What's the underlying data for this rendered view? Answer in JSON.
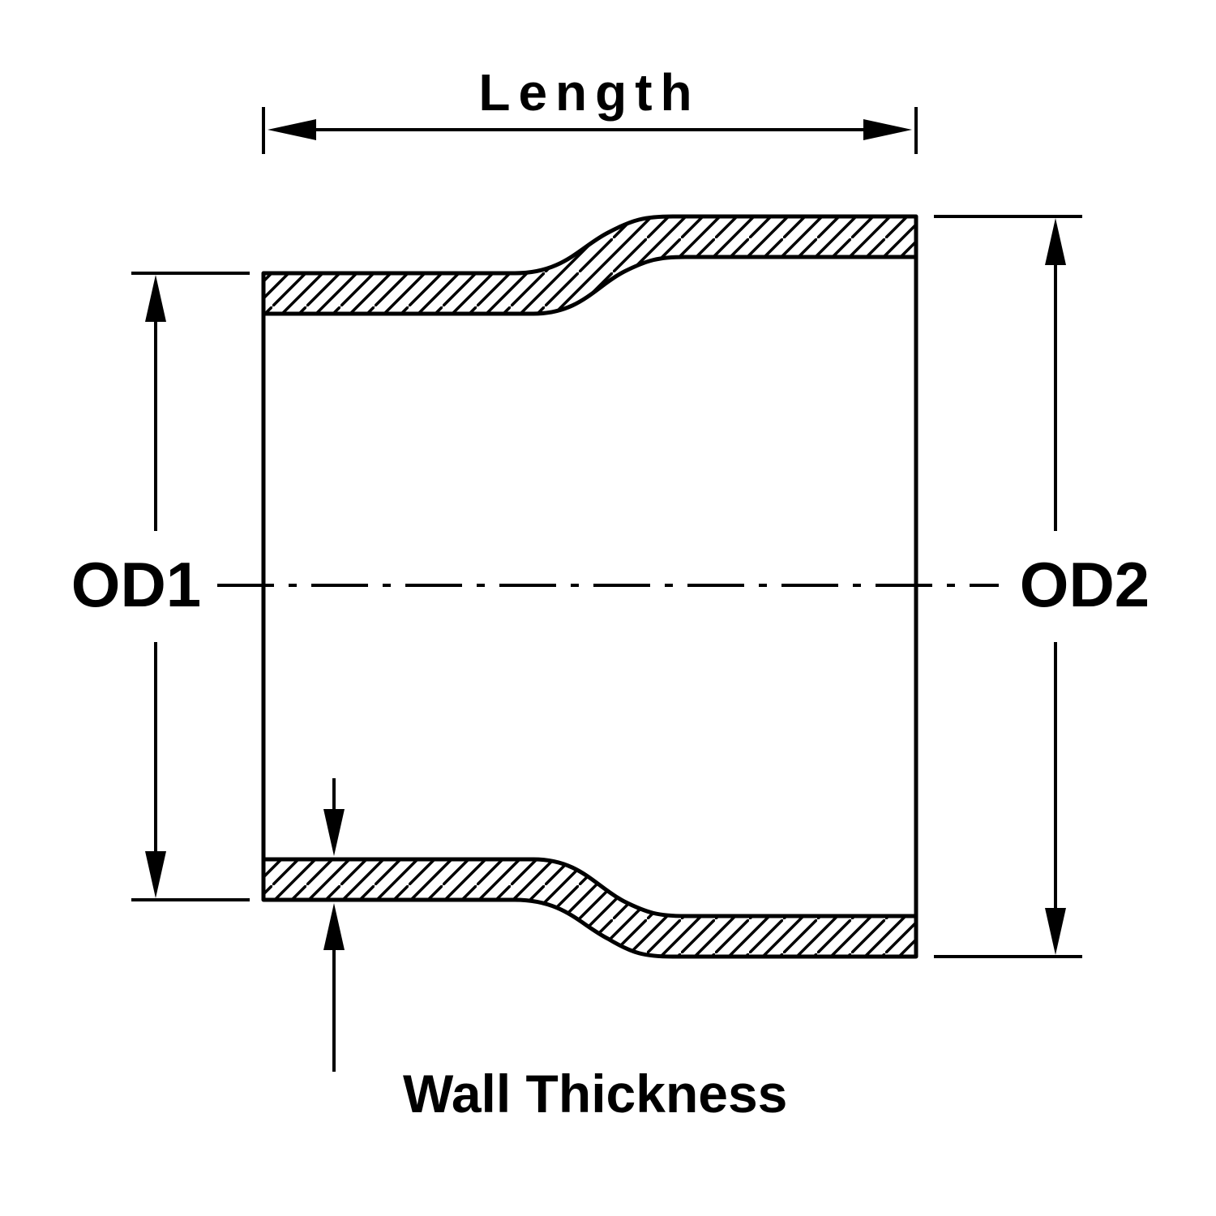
{
  "diagram": {
    "type": "technical-dimension-drawing",
    "subject": "pipe-reducer-cross-section",
    "labels": {
      "length": "Length",
      "od1": "OD1",
      "od2": "OD2",
      "wall_thickness": "Wall Thickness"
    },
    "colors": {
      "line": "#000000",
      "background": "#ffffff"
    }
  }
}
